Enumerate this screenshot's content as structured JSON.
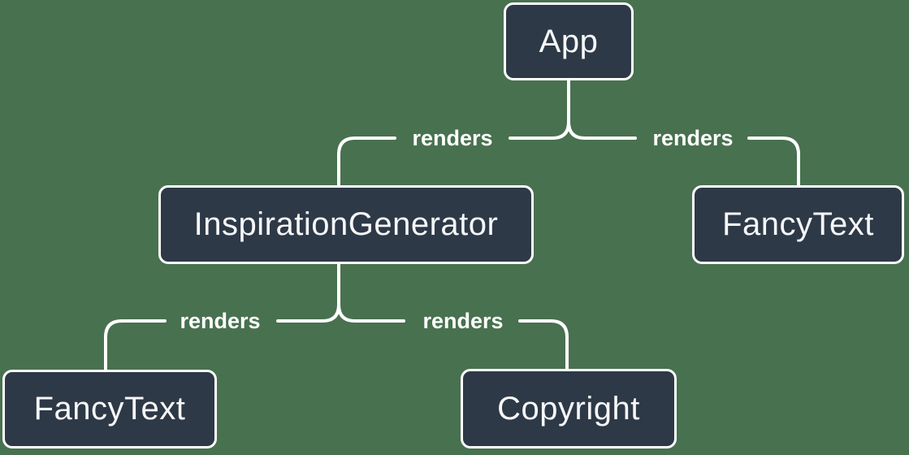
{
  "colors": {
    "background": "#48714F",
    "node_fill": "#2E3947",
    "node_border": "#FFFFFF",
    "connector_line": "#FFFFFF",
    "node_text": "#F6F7F9",
    "edge_label_text": "#FFFFFF"
  },
  "nodes": [
    {
      "id": "app",
      "label": "App"
    },
    {
      "id": "inspiration-generator",
      "label": "InspirationGenerator"
    },
    {
      "id": "fancy-text-top",
      "label": "FancyText"
    },
    {
      "id": "fancy-text-bottom",
      "label": "FancyText"
    },
    {
      "id": "copyright",
      "label": "Copyright"
    }
  ],
  "edges": [
    {
      "from": "App",
      "to": "InspirationGenerator",
      "label": "renders"
    },
    {
      "from": "App",
      "to": "FancyText",
      "label": "renders"
    },
    {
      "from": "InspirationGenerator",
      "to": "FancyText",
      "label": "renders"
    },
    {
      "from": "InspirationGenerator",
      "to": "Copyright",
      "label": "renders"
    }
  ]
}
